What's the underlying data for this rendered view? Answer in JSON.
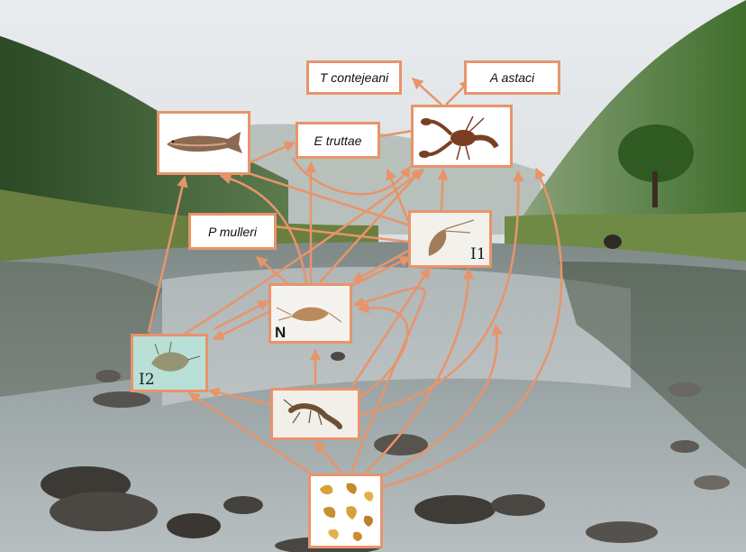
{
  "diagram": {
    "nodes": {
      "t_contejeani": {
        "label": "T contejeani"
      },
      "a_astaci": {
        "label": "A astaci"
      },
      "e_truttae": {
        "label": "E truttae"
      },
      "p_mulleri": {
        "label": "P mulleri"
      },
      "trout": {
        "picture": "trout-photo"
      },
      "crayfish": {
        "picture": "crayfish-photo"
      },
      "i1": {
        "picture": "amphipod-photo",
        "tag": "I1"
      },
      "n": {
        "picture": "amphipod-photo",
        "tag": "N"
      },
      "i2": {
        "picture": "amphipod-photo",
        "tag": "I2"
      },
      "insect": {
        "picture": "insect-larva-photo"
      },
      "leaves": {
        "picture": "leaf-litter-photo"
      }
    },
    "background": "river-valley-photo",
    "colors": {
      "arrow": "#e8946a",
      "box_border": "#e8946a"
    }
  }
}
